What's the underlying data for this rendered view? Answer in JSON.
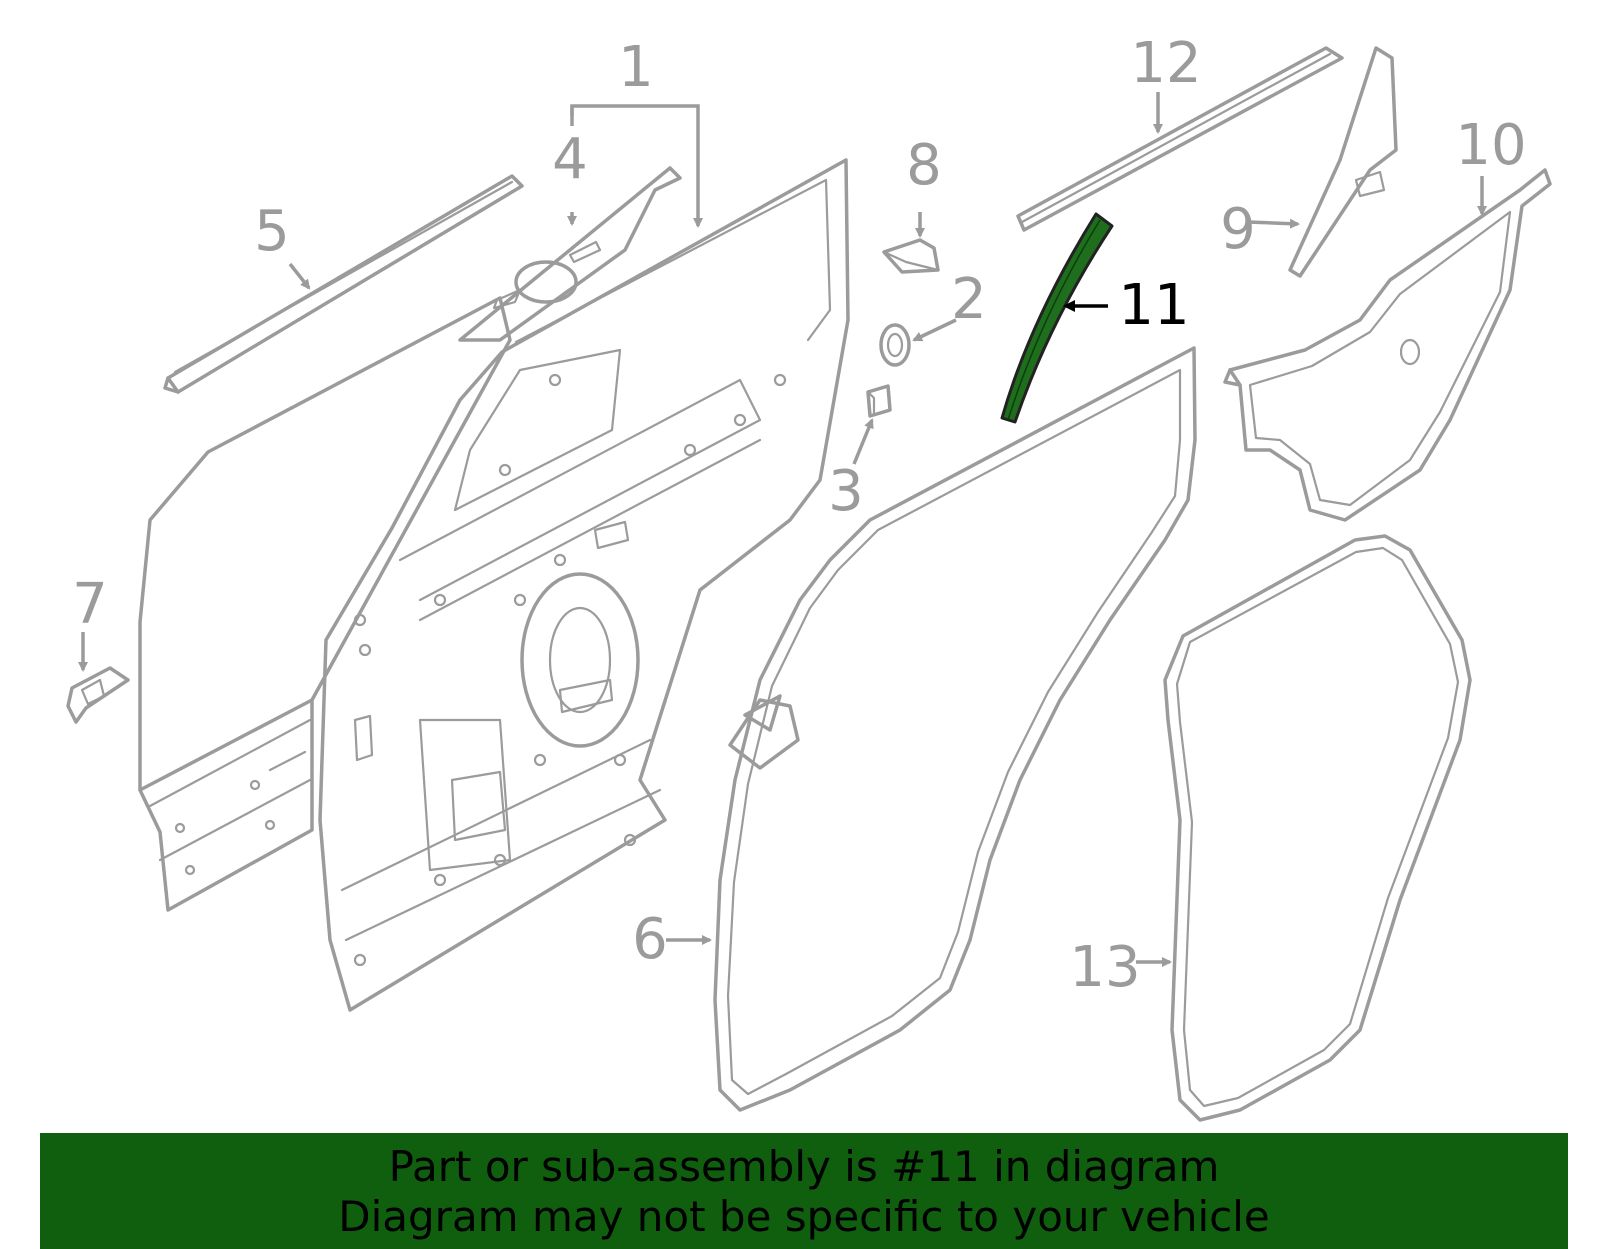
{
  "colors": {
    "outline": "#9b9b9b",
    "highlight_fill": "#1e6e1e",
    "highlight_label": "#000000",
    "banner_background": "#0f5f0f",
    "banner_text": "#000000"
  },
  "callouts": {
    "c1": "1",
    "c2": "2",
    "c3": "3",
    "c4": "4",
    "c5": "5",
    "c6": "6",
    "c7": "7",
    "c8": "8",
    "c9": "9",
    "c10": "10",
    "c11": "11",
    "c12": "12",
    "c13": "13"
  },
  "highlighted_part": "11",
  "banner": {
    "line1": "Part or sub-assembly is #11 in diagram",
    "line2": "Diagram may not be specific to your vehicle"
  }
}
